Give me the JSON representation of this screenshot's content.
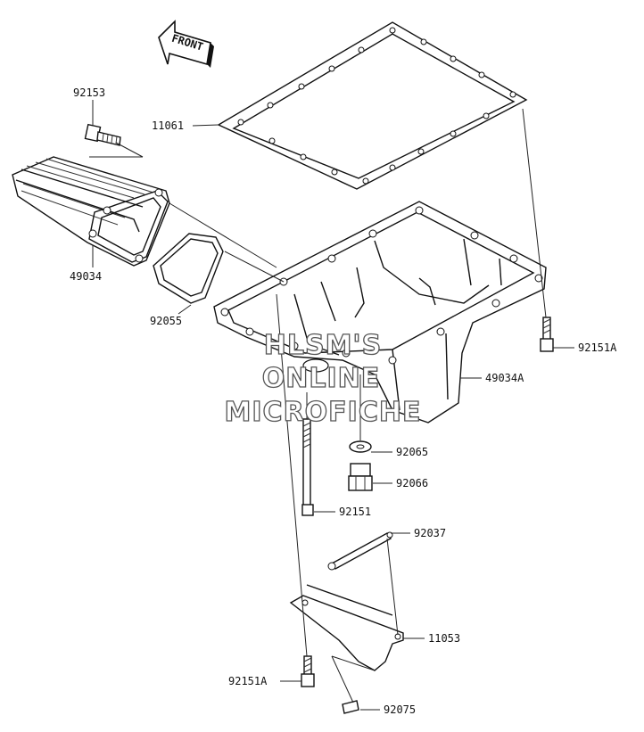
{
  "front_arrow": {
    "text": "FRONT",
    "icon": "front-arrow-icon"
  },
  "callouts": {
    "c11061": "11061",
    "c92153": "92153",
    "c49034": "49034",
    "c92055": "92055",
    "c92151A_top": "92151A",
    "c49034A": "49034A",
    "c92065": "92065",
    "c92066": "92066",
    "c92151": "92151",
    "c92037": "92037",
    "c11053": "11053",
    "c92151A_bottom": "92151A",
    "c92075": "92075"
  },
  "watermark": {
    "line1": "HLSM'S",
    "line2": "ONLINE",
    "line3": "MICROFICHE"
  }
}
